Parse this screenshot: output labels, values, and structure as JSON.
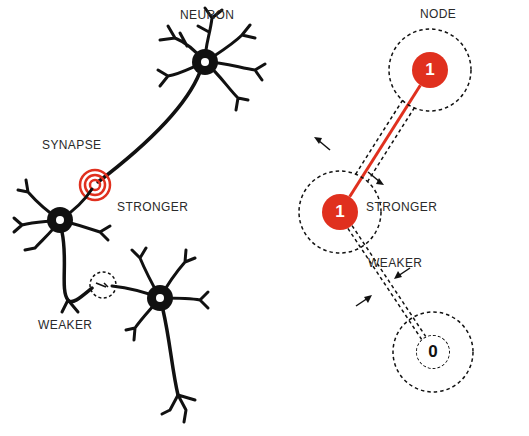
{
  "diagram": {
    "nodes": [
      {
        "text": [
          "1"
        ]
      },
      {
        "text": [
          "1"
        ]
      },
      {
        "text": [
          "0"
        ]
      }
    ],
    "edges": [
      {
        "from": 0,
        "to": 1,
        "arrow": "none",
        "label": "STRONGER"
      },
      {
        "from": 1,
        "to": 2,
        "arrow": "none",
        "label": "WEAKER"
      }
    ],
    "labels": [
      "NEURON",
      "NODE",
      "SYNAPSE",
      "STRONGER",
      "WEAKER"
    ]
  }
}
